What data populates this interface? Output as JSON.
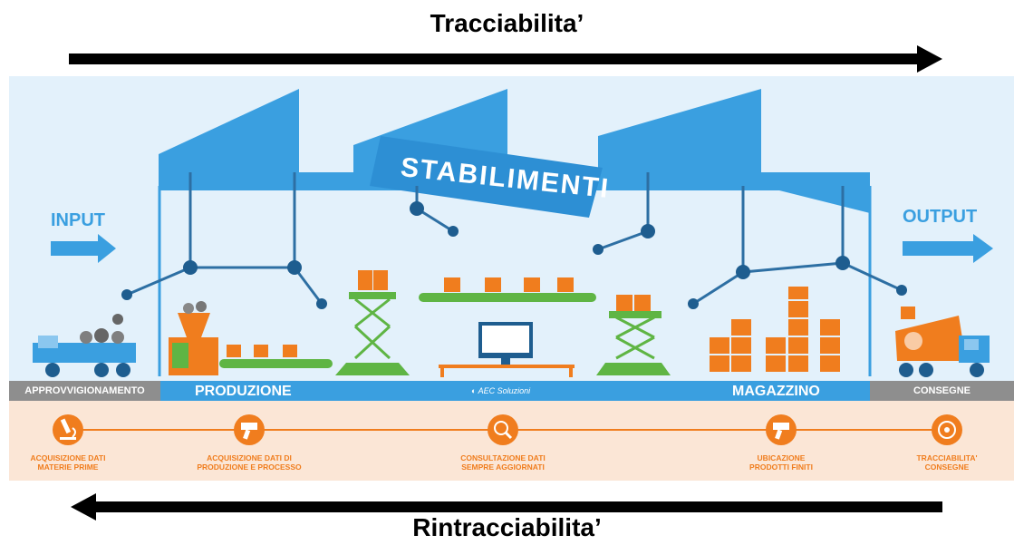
{
  "titles": {
    "top": "Tracciabilita’",
    "bottom": "Rintracciabilita’"
  },
  "plant": {
    "name": "STABILIMENTI",
    "input_label": "INPUT",
    "output_label": "OUTPUT"
  },
  "band": {
    "left": "APPROVVIGIONAMENTO",
    "production": "PRODUZIONE",
    "logo": "AEC Soluzioni",
    "warehouse": "MAGAZZINO",
    "right": "CONSEGNE"
  },
  "steps": [
    {
      "line1": "ACQUISIZIONE DATI",
      "line2": "MATERIE PRIME",
      "icon": "microscope-icon"
    },
    {
      "line1": "ACQUISIZIONE DATI DI",
      "line2": "PRODUZIONE E PROCESSO",
      "icon": "barcode-scanner-icon"
    },
    {
      "line1": "CONSULTAZIONE DATI",
      "line2": "SEMPRE AGGIORNATI",
      "icon": "barcode-search-icon"
    },
    {
      "line1": "UBICAZIONE",
      "line2": "PRODOTTI FINITI",
      "icon": "barcode-scanner-icon"
    },
    {
      "line1": "TRACCIABILITA'",
      "line2": "CONSEGNE",
      "icon": "target-icon"
    }
  ],
  "colors": {
    "blue": "#3a9fe0",
    "light_blue": "#d9ecfa",
    "orange": "#f07d1e",
    "peach": "#fbe6d6",
    "green": "#5fb544",
    "gray": "#8e8e8e"
  }
}
